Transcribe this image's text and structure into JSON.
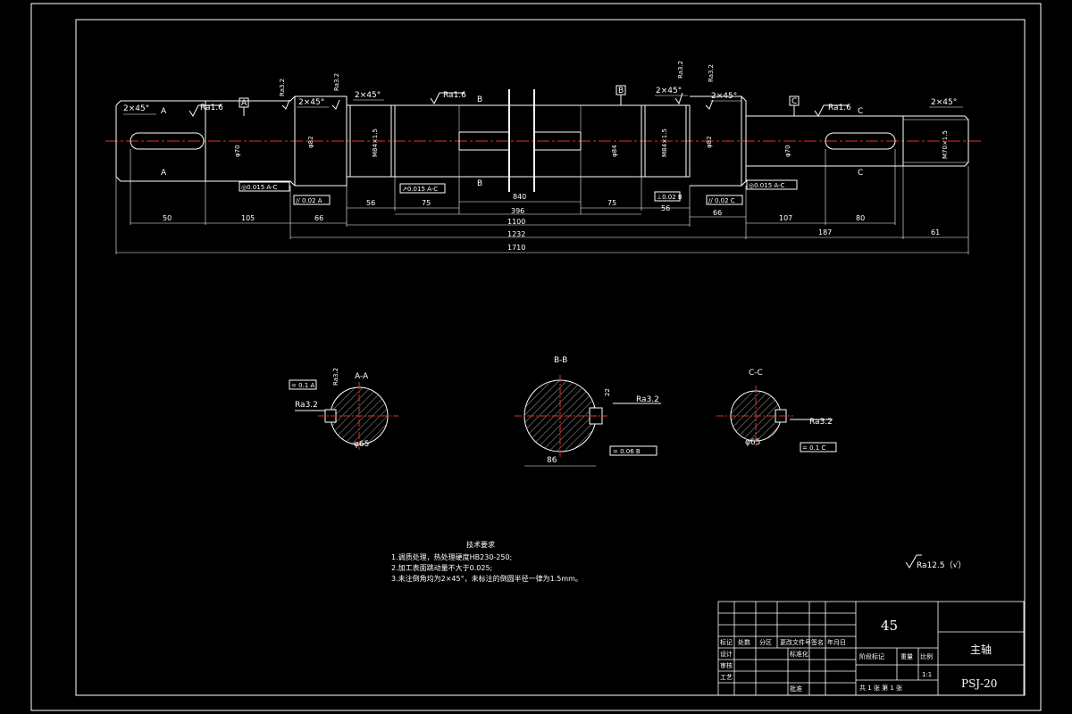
{
  "drawing": {
    "material": "45",
    "part_name": "主轴",
    "drawing_no": "PSJ-20",
    "scale": "1:1",
    "general_roughness": "Ra12.5（√）"
  },
  "chamfers": {
    "c1": "2×45°",
    "c2": "2×45°",
    "c3": "2×45°",
    "c4": "2×45°",
    "c5": "2×45°",
    "c6": "2×45°"
  },
  "roughness": {
    "r1": "Ra1.6",
    "r2": "Ra3.2",
    "r3": "Ra3.2",
    "r4": "Ra1.6",
    "r5": "Ra3.2",
    "r6": "Ra3.2",
    "r7": "Ra1.6"
  },
  "datums": {
    "a": "A",
    "b": "B",
    "c": "C"
  },
  "section_marks": {
    "a1": "A",
    "a2": "A",
    "b1": "B",
    "b2": "B",
    "c1": "C",
    "c2": "C"
  },
  "diameters": {
    "d1": "φ70",
    "d2": "φ82",
    "d3": "M84×1.5",
    "d4": "φ84",
    "d5": "M84×1.5",
    "d6": "φ82",
    "d7": "φ70",
    "d8": "M70×1.5"
  },
  "tolerances": {
    "t1": "◎0.015 A-C",
    "t2": "// 0.02 A",
    "t3": "↗0.015 A-C",
    "t4": "◎0.015 A-C",
    "t5": "// 0.02 C",
    "t6": "⊥0.02 B"
  },
  "dimensions": {
    "d50": "50",
    "d105": "105",
    "d66a": "66",
    "d56a": "56",
    "d75a": "75",
    "d840": "840",
    "d75b": "75",
    "d56b": "56",
    "d66b": "66",
    "d107": "107",
    "d80": "80",
    "d396": "396",
    "d1100": "1100",
    "d1232": "1232",
    "d187": "187",
    "d61": "61",
    "d1710": "1710"
  },
  "sections": {
    "aa": {
      "title": "A-A",
      "roughness": "Ra3.2",
      "tol": "= 0.1 A",
      "dia": "φ65",
      "depth": "Ra3.2"
    },
    "bb": {
      "title": "B-B",
      "roughness": "Ra3.2",
      "tol": "= 0.06 B",
      "dia": "86",
      "key": "22"
    },
    "cc": {
      "title": "C-C",
      "roughness": "Ra3.2",
      "tol": "= 0.1 C",
      "dia": "φ65"
    }
  },
  "notes": {
    "title": "技术要求",
    "n1": "1.调质处理，热处理硬度HB230-250;",
    "n2": "2.加工表面跳动量不大于0.025;",
    "n3": "3.未注倒角均为2×45°，未标注的倒圆半径一律为1.5mm。"
  },
  "title_block": {
    "mark": "标记",
    "count": "处数",
    "zone": "分区",
    "change_doc": "更改文件号",
    "sign": "签名",
    "date": "年月日",
    "design": "设计",
    "standard": "标准化",
    "review": "审核",
    "process": "工艺",
    "approve": "批准",
    "stage_mark": "阶段标记",
    "weight": "重量",
    "scale_label": "比例",
    "sheets": "共 1 张 第 1 张"
  }
}
